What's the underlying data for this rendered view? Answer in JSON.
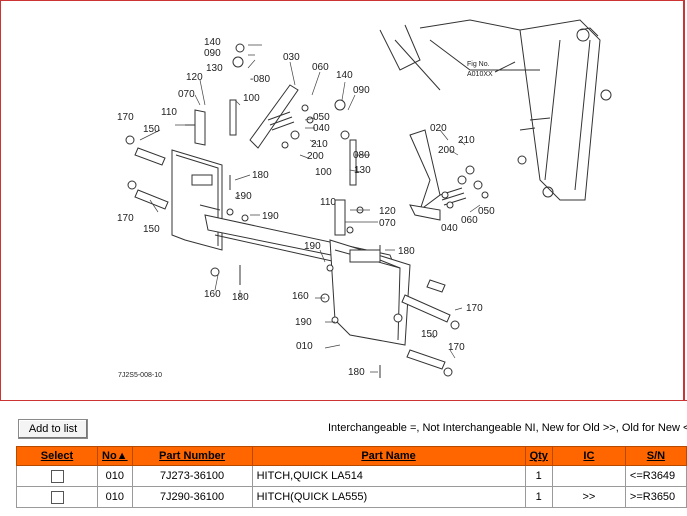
{
  "diagram": {
    "figure_code": "7J2S5-008-10",
    "note_line1": "Fig No.",
    "note_line2": "A010XX",
    "callouts": [
      "140",
      "090",
      "130",
      "-080",
      "030",
      "060",
      "120",
      "070",
      "100",
      "140",
      "090",
      "110",
      "150",
      "050",
      "040",
      "210",
      "200",
      "080",
      "170",
      "180",
      "100",
      "130",
      "020",
      "200",
      "210",
      "060",
      "050",
      "040",
      "190",
      "190",
      "110",
      "120",
      "070",
      "180",
      "170",
      "150",
      "190",
      "160",
      "180",
      "160",
      "170",
      "190",
      "150",
      "010",
      "170",
      "180"
    ]
  },
  "toolbar": {
    "add_to_list": "Add to list",
    "legend": "Interchangeable =, Not Interchangeable NI, New for Old >>, Old for New <<"
  },
  "table": {
    "headers": {
      "select": "Select",
      "no": "No▲",
      "part_number": "Part Number",
      "part_name": "Part Name",
      "qty": "Qty",
      "ic": "IC",
      "sn": "S/N"
    },
    "rows": [
      {
        "no": "010",
        "part_number": "7J273-36100",
        "part_name": "HITCH,QUICK LA514",
        "qty": "1",
        "ic": "",
        "sn": "<=R3649"
      },
      {
        "no": "010",
        "part_number": "7J290-36100",
        "part_name": "HITCH(QUICK LA555)",
        "qty": "1",
        "ic": ">>",
        "sn": ">=R3650"
      }
    ]
  }
}
